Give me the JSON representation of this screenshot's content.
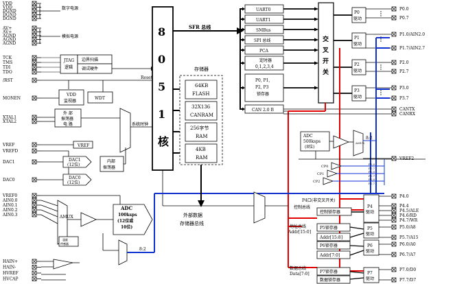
{
  "left_pins": {
    "power_group": [
      "VDD",
      "VDD",
      "DGND",
      "DGND",
      "DGND"
    ],
    "power_label": "数字电源",
    "analog_group": [
      "AV+",
      "AV+",
      "AGND",
      "AGND",
      "AGND"
    ],
    "analog_label": "模拟电源",
    "jtag_pins": [
      "TCK",
      "TMS",
      "TDI",
      "TDO"
    ],
    "rst": "/RST",
    "monen": "MONEN",
    "xtal": [
      "XTAL1",
      "XTAL2"
    ],
    "vref": [
      "VREF",
      "VREFD"
    ],
    "dac": [
      "DAC1",
      "DAC0"
    ],
    "adc_inputs": [
      "VREF0",
      "AIN0.0",
      "AIN0.1",
      "AIN0.2",
      "AIN0.3"
    ],
    "bottom": [
      "HAIN+",
      "HAIN-",
      "HVREF",
      "HVCAP"
    ]
  },
  "blocks": {
    "jtag_logic": "JTAG\n逻辑",
    "boundary_scan": "边界扫描",
    "debug_hw": "调试硬件",
    "vdd_monitor": "VDD\n监视器",
    "wdt": "WDT",
    "ext_osc": "外 部\n振荡器\n电 路",
    "sys_clock": "系统时钟",
    "vref_box": "VREF",
    "dac1": "DAC1\n(12位)",
    "dac0": "DAC0\n(12位)",
    "int_osc": "内部\n振荡器",
    "core_chars": [
      "8",
      "0",
      "5",
      "1",
      "核"
    ],
    "sfr_bus": "SFR 总线",
    "reset": "Reset",
    "memory_title": "存储器",
    "flash": "64KB\nFLASH",
    "canram": "32X136\nCANRAM",
    "ram256": "256字节\nRAM",
    "ram4k": "4KB\nRAM",
    "ext_bus": "外部数据\n存储器总线",
    "uart0": "UART0",
    "uart1": "UART1",
    "smbus": "SMBus",
    "spi": "SPI 总线",
    "pca": "PCA",
    "timers": "定时器\n0,1,2,3,4",
    "latches": "P0, P1,\nP2, P3\n锁存器",
    "can": "CAN 2.0 B",
    "crossbar": "交\n叉\n开\n关",
    "adc8": "ADC\n500ksps\n(8位)",
    "amux": "AMUX",
    "cp": [
      "CP0",
      "CP1",
      "CP2"
    ],
    "adc_big": "ADC\n100ksps\n(12位或\n10位)",
    "temp": "温度\n传感器",
    "ctrl_bus": "控制总线",
    "addr_bus": "地址总线\nAddr[15:0]",
    "data_bus": "数据总线\nData[7:0]",
    "p4_bus_label": "P4口(非交叉开关)",
    "ctrl_latch": "控制锁存器",
    "p5_latch": "P5锁存器",
    "addr158": "Addr[15:8]",
    "p6_latch": "P6锁存器",
    "addr70": "Addr[7:0]",
    "p7_latch": "P7锁存器",
    "data_latch": "数据锁存器",
    "drv": "驱动",
    "ratio": "8:2"
  },
  "right_pins": {
    "p0": [
      "P0.0",
      "P0.7"
    ],
    "p1": [
      "P1.0/AIN2.0",
      "P1.7/AIN2.7"
    ],
    "p2": [
      "P2.0",
      "P2.7"
    ],
    "p3": [
      "P3.0",
      "P3.7"
    ],
    "can": [
      "CANTX",
      "CANRX"
    ],
    "vref2": "VREF2",
    "p4": [
      "P4.0",
      "P4.4",
      "P4.5/ALE",
      "P4.6/RD",
      "P4.7/WR"
    ],
    "p5": [
      "P5.0/A8",
      "P5.7/A15"
    ],
    "p6": [
      "P6.0/A0",
      "P6.7/A7"
    ],
    "p7": [
      "P7.0/D0",
      "P7.7/D7"
    ],
    "p1_small": [
      "P1.0",
      "P1.7"
    ],
    "p1_small2": [
      "P1.0",
      "P1.7",
      "P1.7"
    ]
  },
  "colors": {
    "red": "#e00000",
    "blue": "#1030d0"
  }
}
